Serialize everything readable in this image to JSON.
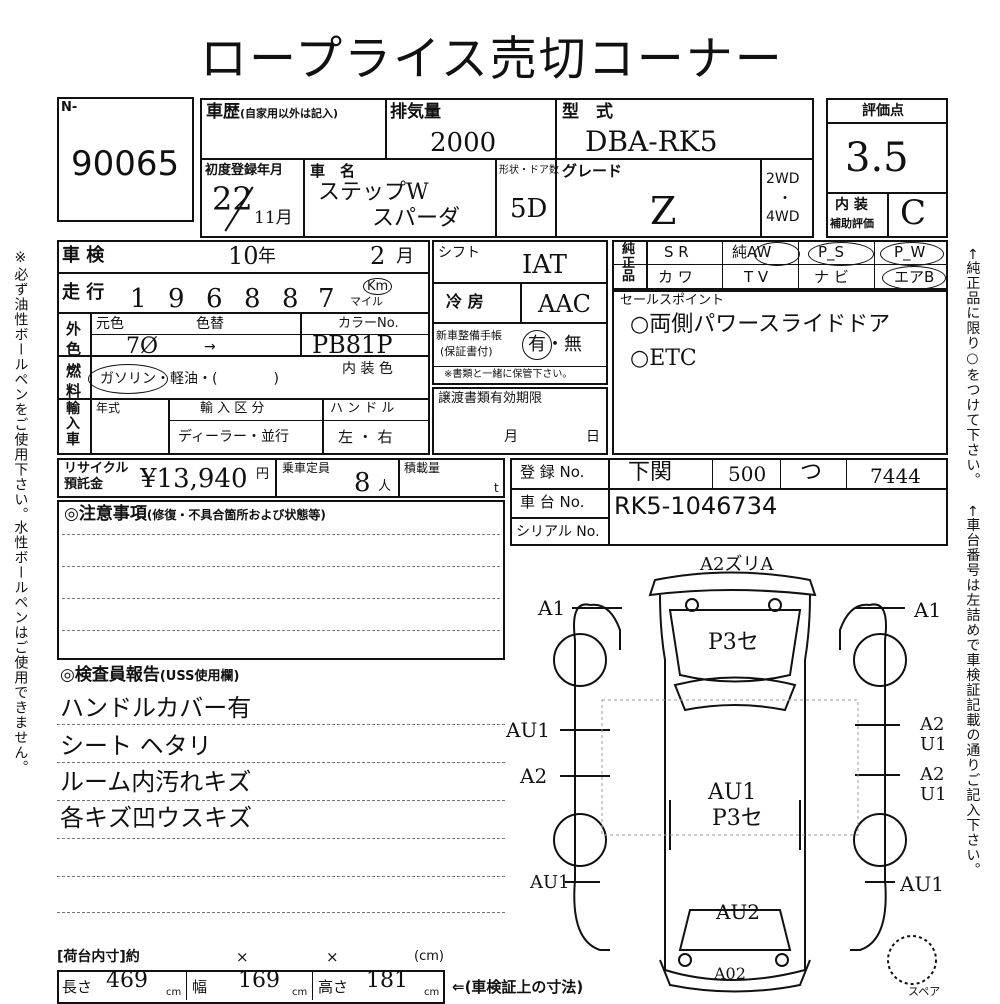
{
  "title": "ロープライス売切コーナー",
  "lot_prefix": "N-",
  "lot_number": "90065",
  "history_label": "車歴",
  "history_note": "(自家用以外は記入)",
  "displacement_label": "排気量",
  "displacement": "2000",
  "model_label": "型　式",
  "model": "DBA-RK5",
  "score_label": "評価点",
  "score": "3.5",
  "first_reg_label": "初度登録年月",
  "first_reg_year": "22",
  "first_reg_month": "11月",
  "car_name_label": "車　名",
  "car_name_1": "ステップW",
  "car_name_2": "スパーダ",
  "doors_label": "形状・ドア数",
  "doors": "5D",
  "grade_label": "グレード",
  "grade": "Z",
  "drive_2wd": "2WD",
  "drive_dot": "・",
  "drive_4wd": "4WD",
  "interior_label_1": "内 装",
  "interior_label_2": "補助評価",
  "interior_grade": "C",
  "inspection_label": "車 検",
  "inspection_year": "10",
  "year_unit": "年",
  "inspection_month": "2",
  "month_unit": "月",
  "mileage_label": "走 行",
  "mileage_digits": [
    "1",
    "9",
    "6",
    "8",
    "8",
    "7"
  ],
  "km_unit": "Km",
  "mile_unit": "マイル",
  "shift_label": "シフト",
  "shift": "IAT",
  "ac_label": "冷 房",
  "ac": "AAC",
  "exterior_label": "外色",
  "orig_color_label": "元色",
  "repaint_label": "色替",
  "orig_color": "7Ø",
  "arrow": "→",
  "color_no_label": "カラーNo.",
  "color_no": "PB81P",
  "maint_label_1": "新車整備手帳",
  "maint_label_2": "(保証書付)",
  "maint_value": "有・無",
  "maint_note": "※書類と一緒に保管下さい。",
  "fuel_label": "燃料",
  "fuel_value": "ガソリン・軽油・(　　　　)",
  "interior_color_label": "内 装 色",
  "import_label": "輸入車",
  "year_type_label": "年式",
  "import_type_label": "輸 入 区 分",
  "import_type": "ディーラー・並行",
  "handle_label": "ハ ン ド ル",
  "handle": "左 ・ 右",
  "transfer_label": "譲渡書類有効期限",
  "transfer_month": "月",
  "transfer_day": "日",
  "options": [
    [
      "S R",
      "純AW",
      "P_S",
      "P_W"
    ],
    [
      "カ ワ",
      "T V",
      "ナ ビ",
      "エアB"
    ]
  ],
  "genuine_label": "純正品",
  "sales_points_label": "セールスポイント",
  "sales_points": [
    "○両側パワースライドドア",
    "○ETC"
  ],
  "recycle_label_1": "リサイクル",
  "recycle_label_2": "預託金",
  "recycle_amount": "¥13,940",
  "yen_unit": "円",
  "capacity_label": "乗車定員",
  "capacity": "8",
  "person_unit": "人",
  "load_label": "積載量",
  "ton_unit": "t",
  "reg_no_label": "登 録 No.",
  "reg_no": [
    "下関",
    "500",
    "つ",
    "7444"
  ],
  "chassis_label": "車 台 No.",
  "chassis": "RK5-1046734",
  "serial_label": "シリアル No.",
  "caution_label": "◎注意事項",
  "caution_note": "(修復・不具合箇所および状態等)",
  "inspector_label": "◎検査員報告",
  "inspector_note": "(USS使用欄)",
  "inspector_report": [
    "ハンドルカバー有",
    "シート ヘタリ",
    "ルーム内汚れキズ",
    "各キズ凹ウスキズ"
  ],
  "cargo_label": "[荷台内寸]約",
  "cargo_times_1": "×",
  "cargo_times_2": "×",
  "cargo_cm": "(cm)",
  "length_label": "長さ",
  "length": "469",
  "width_label": "幅",
  "width": "169",
  "height_label": "高さ",
  "height": "181",
  "cm_unit": "cm",
  "dim_note": "(車検証上の寸法)",
  "spare_label": "スペア",
  "left_note_1": "※必ず油性ボールペンをご使用下さい。",
  "left_note_2": "水性ボールペンはご使用できません。",
  "right_note_1": "←純正品に限り○をつけて下さい。",
  "right_note_2": "←車台番号は左詰めで車検証記載の通りご記入下さい。",
  "damage": {
    "front": "A2ズリA",
    "hood": "P3セ",
    "roof": "AU1",
    "roof_2": "P3セ",
    "rear": "AU2",
    "rear_bottom": "A02",
    "left_front_fender": "A1",
    "left_front_door": "AU1",
    "left_rear_door": "A2",
    "left_rear_fender": "AU1",
    "right_front_fender": "A1",
    "right_front_door_1": "A2",
    "right_front_door_2": "U1",
    "right_rear_door_1": "A2",
    "right_rear_door_2": "U1",
    "right_rear_fender": "AU1"
  }
}
